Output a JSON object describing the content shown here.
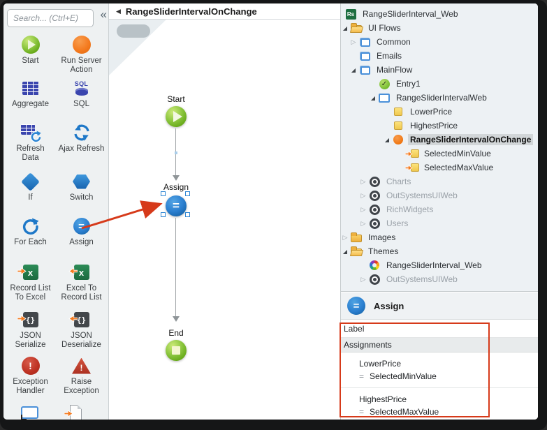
{
  "colors": {
    "annotation_red": "#d63a1a",
    "selection_blue": "#2e86d4",
    "accent_orange": "#f47b20",
    "node_green": "#76b81c",
    "node_blue": "#1f74c0",
    "indigo": "#3a45ae"
  },
  "toolbox": {
    "search_placeholder": "Search... (Ctrl+E)",
    "collapse_glyph": "«",
    "tools": [
      {
        "label": "Start",
        "icon": "start-icon"
      },
      {
        "label": "Run Server Action",
        "icon": "run-server-action-icon"
      },
      {
        "label": "Aggregate",
        "icon": "aggregate-icon"
      },
      {
        "label": "SQL",
        "icon": "sql-icon",
        "glyph": "SQL"
      },
      {
        "label": "Refresh Data",
        "icon": "refresh-data-icon"
      },
      {
        "label": "Ajax Refresh",
        "icon": "ajax-refresh-icon"
      },
      {
        "label": "If",
        "icon": "if-icon"
      },
      {
        "label": "Switch",
        "icon": "switch-icon"
      },
      {
        "label": "For Each",
        "icon": "for-each-icon"
      },
      {
        "label": "Assign",
        "icon": "assign-icon",
        "glyph": "="
      },
      {
        "label": "Record List To Excel",
        "icon": "record-list-to-excel-icon",
        "glyph": "x"
      },
      {
        "label": "Excel To Record List",
        "icon": "excel-to-record-list-icon",
        "glyph": "x"
      },
      {
        "label": "JSON Serialize",
        "icon": "json-serialize-icon",
        "glyph": "{}"
      },
      {
        "label": "JSON Deserialize",
        "icon": "json-deserialize-icon",
        "glyph": "{}"
      },
      {
        "label": "Exception Handler",
        "icon": "exception-handler-icon",
        "glyph": "!"
      },
      {
        "label": "Raise Exception",
        "icon": "raise-exception-icon",
        "glyph": "!"
      }
    ]
  },
  "canvas": {
    "back_glyph": "◀",
    "title": "RangeSliderIntervalOnChange",
    "nodes": {
      "start": "Start",
      "assign": "Assign",
      "assign_glyph": "=",
      "end": "End"
    }
  },
  "tree": {
    "glyphs": {
      "open": "◢",
      "closed": "▷"
    },
    "items": [
      {
        "label": "RangeSliderInterval_Web",
        "level": 0,
        "icon": "module-root-icon",
        "icon_text": "Rs"
      },
      {
        "label": "UI Flows",
        "level": 1,
        "expand": "open",
        "icon": "folder-open-icon"
      },
      {
        "label": "Common",
        "level": 2,
        "expand": "closed",
        "icon": "webflow-icon"
      },
      {
        "label": "Emails",
        "level": 2,
        "icon": "webflow-icon"
      },
      {
        "label": "MainFlow",
        "level": 2,
        "expand": "open",
        "icon": "webflow-icon"
      },
      {
        "label": "Entry1",
        "level": 4,
        "icon": "entry-icon",
        "icon_text": "✓"
      },
      {
        "label": "RangeSliderIntervalWeb",
        "level": 4,
        "expand": "open",
        "icon": "screen-icon"
      },
      {
        "label": "LowerPrice",
        "level": 5,
        "icon": "variable-icon"
      },
      {
        "label": "HighestPrice",
        "level": 5,
        "icon": "variable-icon"
      },
      {
        "label": "RangeSliderIntervalOnChange",
        "level": 5,
        "expand": "open",
        "icon": "action-icon",
        "selected": true
      },
      {
        "label": "SelectedMinValue",
        "level": 6,
        "icon": "input-param-icon"
      },
      {
        "label": "SelectedMaxValue",
        "level": 6,
        "icon": "input-param-icon"
      },
      {
        "label": "Charts",
        "level": 3,
        "expand": "closed",
        "icon": "module-dark-icon",
        "muted": true
      },
      {
        "label": "OutSystemsUIWeb",
        "level": 3,
        "expand": "closed",
        "icon": "module-dark-icon",
        "muted": true
      },
      {
        "label": "RichWidgets",
        "level": 3,
        "expand": "closed",
        "icon": "module-dark-icon",
        "muted": true
      },
      {
        "label": "Users",
        "level": 3,
        "expand": "closed",
        "icon": "module-dark-icon",
        "muted": true
      },
      {
        "label": "Images",
        "level": 1,
        "expand": "closed",
        "icon": "folder-icon"
      },
      {
        "label": "Themes",
        "level": 1,
        "expand": "open",
        "icon": "folder-open-icon"
      },
      {
        "label": "RangeSliderInterval_Web",
        "level": 3,
        "icon": "theme-icon"
      },
      {
        "label": "OutSystemsUIWeb",
        "level": 3,
        "expand": "closed",
        "icon": "module-dark-icon",
        "muted": true
      }
    ]
  },
  "properties": {
    "title": "Assign",
    "title_glyph": "=",
    "label_row": "Label",
    "section_row": "Assignments",
    "assignments": [
      {
        "name": "LowerPrice",
        "eq": "=",
        "value": "SelectedMinValue"
      },
      {
        "name": "HighestPrice",
        "eq": "=",
        "value": "SelectedMaxValue"
      }
    ]
  }
}
